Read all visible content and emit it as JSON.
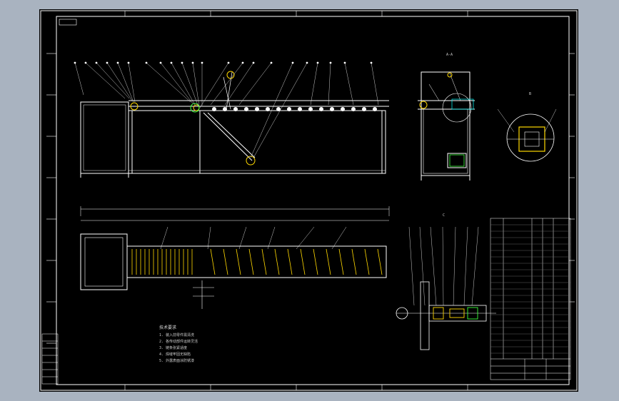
{
  "drawing": {
    "title": "",
    "tag_label": "",
    "notes_title": "技术要求",
    "notes": [
      "1. 装入前零件需清洗",
      "2. 各传动部件运转灵活",
      "3. 链条张紧适度",
      "4. 焊缝牢固无缺陷",
      "5. 外露表面涂防锈漆"
    ],
    "section_labels": [
      "A-A",
      "B",
      "C"
    ],
    "colors": {
      "background": "#000000",
      "lines": "#ffffff",
      "yellow": "#ffd800",
      "green": "#3cff3c",
      "cyan": "#00ffff",
      "frame_outside": "#a9b3c0"
    }
  }
}
